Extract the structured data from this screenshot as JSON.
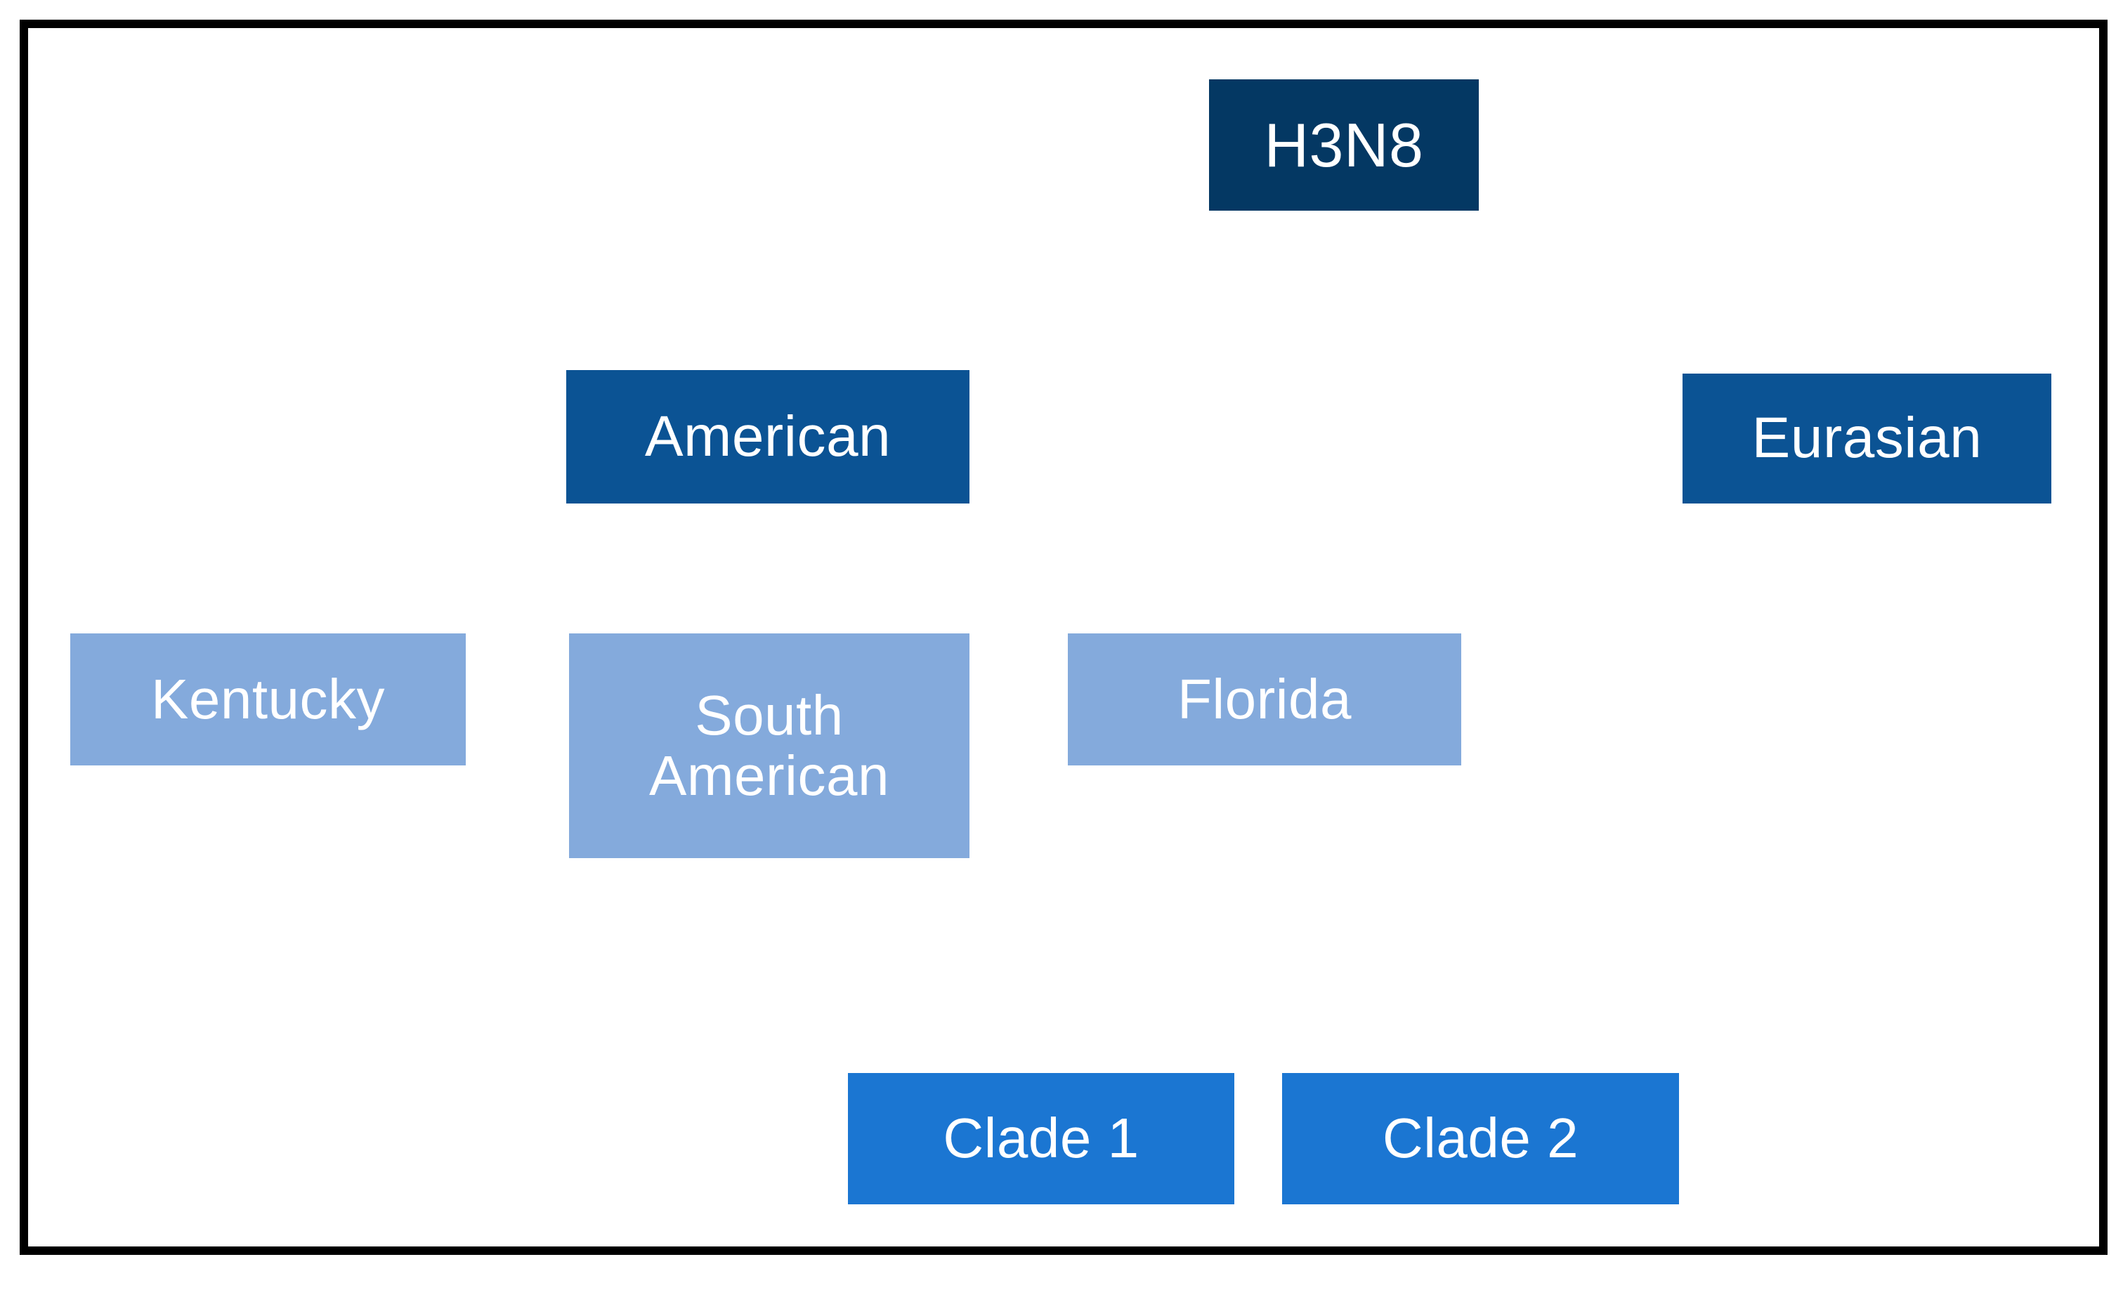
{
  "diagram": {
    "title": "H3N8 influenza lineage hierarchy",
    "type": "hierarchy-tree",
    "orientation": "top-down",
    "levels": 4
  },
  "colors": {
    "root_box": "#043863",
    "level1_box": "#0b5394",
    "level2_box": "#84aadc",
    "level3_box": "#1b76d2",
    "connector_line": "#2196d9",
    "frame_border": "#000000",
    "background": "#ffffff",
    "node_text": "#ffffff"
  },
  "nodes": {
    "root": {
      "label": "H3N8",
      "level": 0
    },
    "american": {
      "label": "American",
      "level": 1
    },
    "eurasian": {
      "label": "Eurasian",
      "level": 1
    },
    "kentucky": {
      "label": "Kentucky",
      "level": 2
    },
    "south_american": {
      "label": "South\nAmerican",
      "level": 2
    },
    "florida": {
      "label": "Florida",
      "level": 2
    },
    "clade1": {
      "label": "Clade 1",
      "level": 3
    },
    "clade2": {
      "label": "Clade 2",
      "level": 3
    }
  },
  "edges": [
    {
      "from": "H3N8",
      "to": "American"
    },
    {
      "from": "H3N8",
      "to": "Eurasian"
    },
    {
      "from": "American",
      "to": "Kentucky"
    },
    {
      "from": "American",
      "to": "South American"
    },
    {
      "from": "American",
      "to": "Florida"
    },
    {
      "from": "Florida",
      "to": "Clade 1"
    },
    {
      "from": "Florida",
      "to": "Clade 2"
    }
  ]
}
